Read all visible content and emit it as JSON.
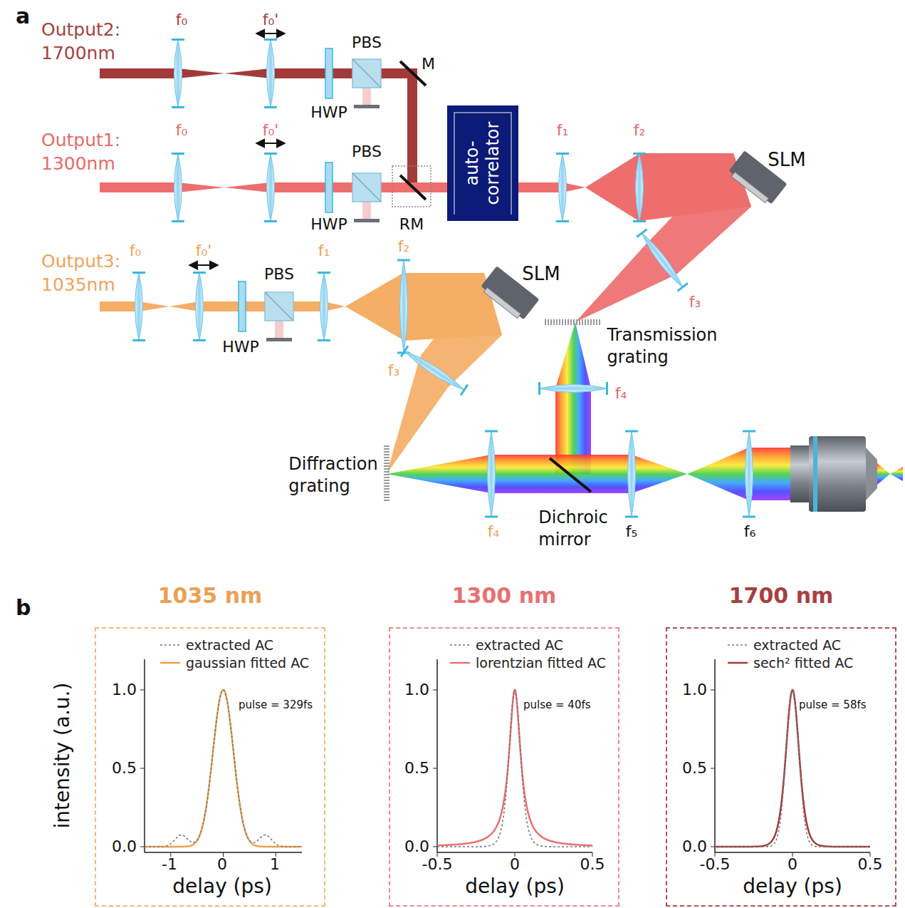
{
  "diagram": {
    "nodes": [
      {
        "text": [
          "auto- correlator"
        ]
      },
      {
        "text": [
          "1035 nm"
        ]
      },
      {
        "text": [
          "1300 nm"
        ]
      },
      {
        "text": [
          "1700 nm"
        ]
      }
    ],
    "labels": [
      "a",
      "f₀",
      "f₀'",
      "HWP",
      "PBS",
      "M",
      "Output2: 1700nm",
      "Output1: 1300nm",
      "f₀",
      "f₀'",
      "HWP",
      "PBS",
      "RM",
      "f₁",
      "f₂",
      "SLM",
      "f₃",
      "Transmission grating",
      "f₄",
      "Output3: 1035nm",
      "f₀",
      "f₀'",
      "HWP",
      "PBS",
      "f₁",
      "f₂",
      "SLM",
      "f₃",
      "Diffraction grating",
      "f₄",
      "Dichroic mirror",
      "f₅",
      "f₆",
      "b",
      "intensity (a.u.)",
      "1.0",
      "0.5",
      "0.0",
      "-1",
      "0",
      "1",
      "delay (ps)",
      "pulse = 329fs",
      "1.0",
      "0.5",
      "0.0",
      "-0.5",
      "0",
      "0.5",
      "delay (ps)",
      "pulse = 40fs",
      "1.0",
      "0.5",
      "0.0",
      "-0.5",
      "0",
      "0.5",
      "delay (ps)",
      "pulse = 58fs"
    ],
    "legend": [
      {
        "text": "extracted AC"
      },
      {
        "text": "gaussian fitted AC"
      },
      {
        "text": "extracted AC"
      },
      {
        "text": "lorentzian fitted AC"
      },
      {
        "text": "extracted AC"
      },
      {
        "text": "sech² fitted AC"
      }
    ]
  }
}
